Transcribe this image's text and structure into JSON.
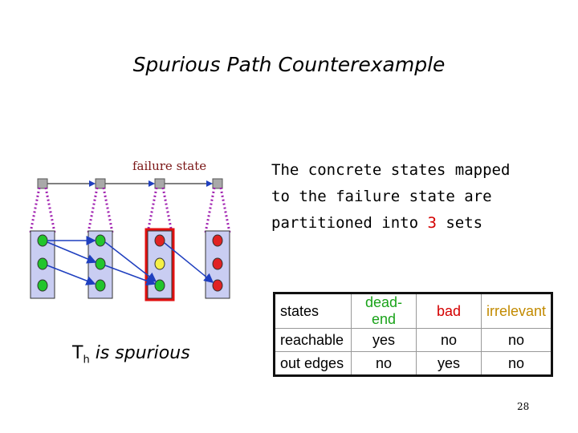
{
  "title": "Spurious Path Counterexample",
  "diagram": {
    "failure_label": "failure state",
    "colors": {
      "abstract_state": "#a9a9a9",
      "concrete_box": "#c9cdf2",
      "dead_end": "#22c52c",
      "bad": "#e02222",
      "irrelevant": "#f5f046",
      "connector": "#a020b0",
      "arrow": "#1f3fbf",
      "failure_box": "#e01010"
    }
  },
  "description": {
    "line1": "The concrete states mapped",
    "line2": "to the failure state are",
    "line3_pre": "partitioned into ",
    "count": "3",
    "line3_post": " sets"
  },
  "verdict": {
    "symbol": "T",
    "subscript": "h",
    "rest": " is spurious"
  },
  "table": {
    "header": [
      "states",
      "dead-end",
      "bad",
      "irrelevant"
    ],
    "header_colors": [
      "#000000",
      "#1aa31a",
      "#d40000",
      "#c28a00"
    ],
    "rows": [
      [
        "reachable",
        "yes",
        "no",
        "no"
      ],
      [
        "out edges",
        "no",
        "yes",
        "no"
      ]
    ]
  },
  "page_number": "28"
}
